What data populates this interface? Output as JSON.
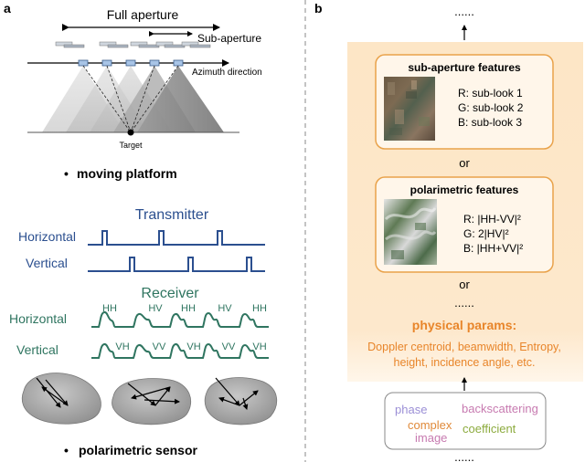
{
  "panel_a": {
    "label": "a",
    "full_aperture": "Full aperture",
    "sub_aperture": "Sub-aperture",
    "azimuth_direction": "Azimuth direction",
    "target": "Target",
    "moving_platform": "moving platform",
    "transmitter": "Transmitter",
    "receiver": "Receiver",
    "horizontal": "Horizontal",
    "vertical": "Vertical",
    "rx_horizontal_labels": [
      "HH",
      "HV",
      "HH",
      "HV",
      "HH"
    ],
    "rx_vertical_labels": [
      "VH",
      "VV",
      "VH",
      "VV",
      "VH"
    ],
    "polarimetric_sensor": "polarimetric sensor",
    "bullet": "•"
  },
  "panel_b": {
    "label": "b",
    "dots_top": "......",
    "sub_aperture_box": {
      "title": "sub-aperture features",
      "lines": [
        "R: sub-look 1",
        "G: sub-look 2",
        "B: sub-look 3"
      ]
    },
    "or_1": "or",
    "polarimetric_box": {
      "title": "polarimetric features",
      "lines": [
        "R: |HH-VV|²",
        "G: 2|HV|²",
        "B: |HH+VV|²"
      ]
    },
    "or_2": "or",
    "dots_mid": "......",
    "physical_title": "physical params:",
    "physical_lines": [
      "Doppler centroid, beamwidth, Entropy,",
      "height, incidence angle, etc."
    ],
    "words": [
      {
        "text": "phase",
        "color": "#9b8fd6"
      },
      {
        "text": "backscattering",
        "color": "#c77ab0"
      },
      {
        "text": "complex",
        "color": "#e08a3a"
      },
      {
        "text": "image",
        "color": "#c77ab0"
      },
      {
        "text": "coefficient",
        "color": "#8cab3e"
      }
    ],
    "dots_bottom": "......"
  },
  "colors": {
    "signal_blue": "#2b4f8f",
    "signal_teal": "#2f7560",
    "orange_bg": "#fbe5c6",
    "orange_border": "#e9a24a",
    "orange_text": "#e8852a"
  }
}
